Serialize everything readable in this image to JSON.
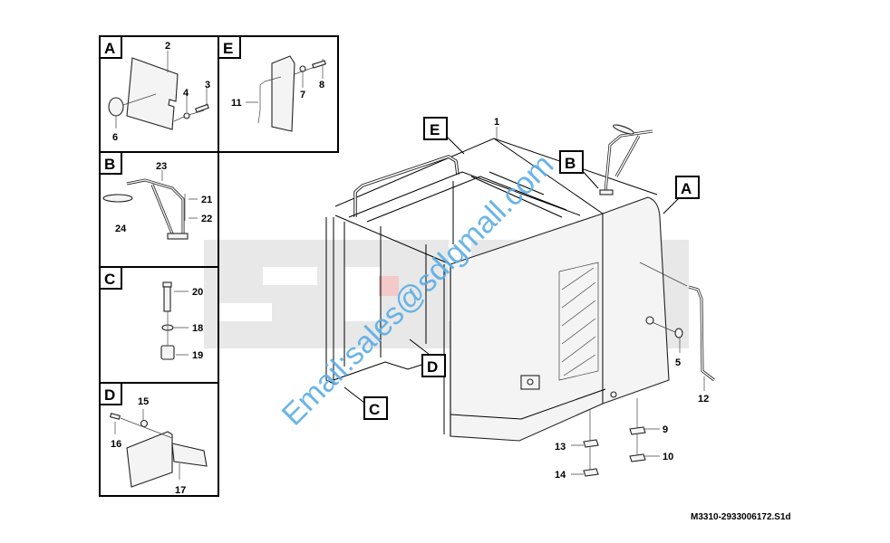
{
  "watermark": {
    "logo_text": "SDLG",
    "email": "Email:sales@sdlgmall.com"
  },
  "figure_code": "M3310-2933006172.S1d",
  "callouts": {
    "A": "A",
    "B": "B",
    "C": "C",
    "D": "D",
    "E": "E"
  },
  "panels": {
    "A": {
      "label": "A",
      "parts": [
        "2",
        "3",
        "4",
        "6"
      ]
    },
    "E": {
      "label": "E",
      "parts": [
        "11",
        "7",
        "8"
      ]
    },
    "B": {
      "label": "B",
      "parts": [
        "23",
        "21",
        "22",
        "24"
      ]
    },
    "C": {
      "label": "C",
      "parts": [
        "20",
        "18",
        "19"
      ]
    },
    "D": {
      "label": "D",
      "parts": [
        "15",
        "16",
        "17"
      ]
    }
  },
  "main_parts": [
    "1",
    "5",
    "12",
    "9",
    "10",
    "13",
    "14"
  ],
  "colors": {
    "watermark_gray": "#e4e4e4",
    "email_blue": "#5aaee6"
  }
}
